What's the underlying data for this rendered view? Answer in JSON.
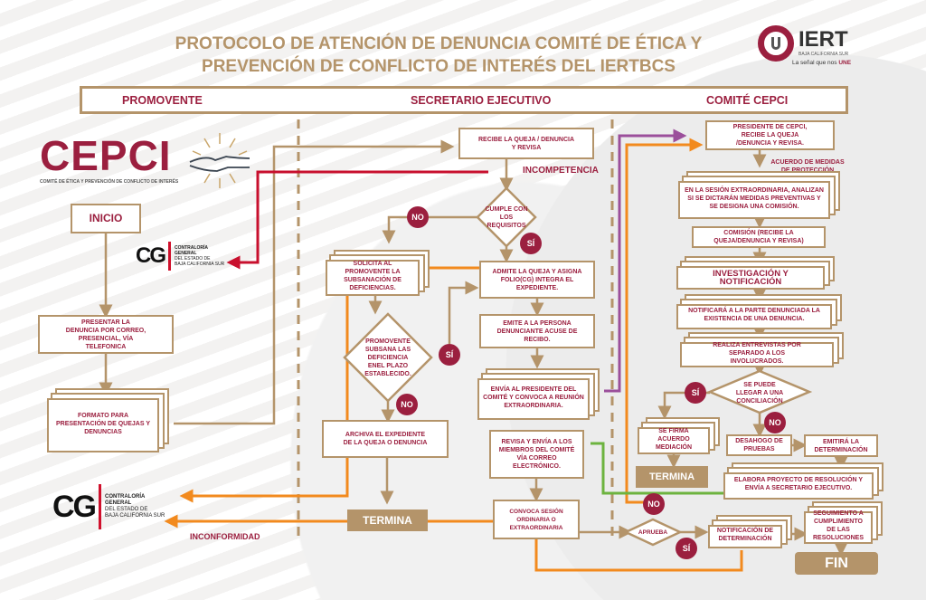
{
  "title": [
    "PROTOCOLO DE ATENCIÓN DE DENUNCIA COMITÉ DE ÉTICA Y",
    "PREVENCIÓN DE CONFLICTO DE INTERÉS DEL IERTBCS"
  ],
  "logo": {
    "name": "IERT",
    "sub": "BAJA CALIFORNIA SUR",
    "slogan_a": "La señal que nos ",
    "slogan_b": "UNE"
  },
  "lanes": [
    "PROMOVENTE",
    "SECRETARIO EJECUTIVO",
    "COMITÉ CEPCI"
  ],
  "cepci": {
    "name": "CEPCI",
    "subtitle": "COMITÉ DE ÉTICA Y PREVENCIÓN DE CONFLICTO DE INTERÉS"
  },
  "cg": {
    "mark": "CG",
    "line1": "CONTRALORÍA",
    "line2": "GENERAL",
    "line3": "DEL ESTADO DE",
    "line4": "BAJA CALIFORNIA SUR"
  },
  "promovente": {
    "inicio": "INICIO",
    "presentar": "PRESENTAR LA DENUNCIA POR CORREO, PRESENCIAL, VÍA TELEFONICA",
    "formato": "FORMATO PARA PRESENTACIÓN DE QUEJAS Y DENUNCIAS"
  },
  "secretario": {
    "recibe": "RECIBE LA QUEJA / DENUNCIA Y REVISA",
    "incompetencia": "INCOMPETENCIA",
    "cumple": "CUMPLE CON LOS REQUISITOS",
    "solicita": "SOLICITA AL PROMOVENTE LA SUBSANACIÓN DE DEFICIENCIAS.",
    "admite": "ADMITE LA QUEJA Y ASIGNA FOLIO(CG) INTEGRA EL EXPEDIENTE.",
    "subsana": "PROMOVENTE SUBSANA LAS DEFICIENCIA ENEL PLAZO ESTABLECIDO.",
    "emite": "EMITE A LA PERSONA DENUNCIANTE ACUSE DE RECIBO.",
    "envia": "ENVÍA AL PRESIDENTE DEL COMITÉ Y CONVOCA A REUNIÓN EXTRAORDINARIA.",
    "archiva": "ARCHIVA EL EXPEDIENTE DE LA QUEJA O DENUNCIA",
    "revisa": "REVISA Y ENVÍA A LOS MIEMBROS DEL COMITÉ VÍA CORREO ELECTRÓNICO.",
    "termina": "TERMINA",
    "convoca": "CONVOCA SESIÓN ORDINARIA O EXTRAORDINARIA",
    "inconformidad": "INCONFORMIDAD"
  },
  "comite": {
    "presidente": "PRESIDENTE DE CEPCI, RECIBE LA QUEJA /DENUNCIA Y REVISA.",
    "acuerdo": "ACUERDO DE MEDIDAS DE PROTECCIÓN",
    "sesion": "EN LA SESIÓN EXTRAORDINARIA, ANALIZAN SI SE DICTARÁN MEDIDAS PREVENTIVAS Y SE DESIGNA UNA COMISIÓN.",
    "comision": "COMISIÓN (RECIBE LA QUEJA/DENUNCIA Y REVISA)",
    "investigacion": "INVESTIGACIÓN Y NOTIFICACIÓN",
    "notificara": "NOTIFICARÁ A LA PARTE DENUNCIADA LA EXISTENCIA DE UNA DENUNCIA.",
    "entrevistas": "REALIZA ENTREVISTAS POR SEPARADO A LOS INVOLUCRADOS.",
    "conciliacion": "SE PUEDE LLEGAR A UNA CONCILIACIÓN",
    "mediacion": "SE FIRMA ACUERDO MEDIACIÓN",
    "termina": "TERMINA",
    "desahogo": "DESAHOGO DE PRUEBAS",
    "emitira": "EMITIRÁ LA DETERMINACIÓN",
    "elabora": "ELABORA PROYECTO DE RESOLUCIÓN Y ENVÍA A SECRETARIO EJECUTIVO.",
    "aprueba": "APRUEBA",
    "notificacion": "NOTIFICACIÓN DE DETERMINACIÓN",
    "seguimiento": "SEGUIMIENTO A CUMPLIMIENTO DE LAS RESOLUCIONES",
    "fin": "FIN"
  },
  "answers": {
    "yes": "SÍ",
    "no": "NO"
  },
  "colors": {
    "tan": "#b4946a",
    "maroon": "#9b1f3f",
    "orange": "#f28a1e",
    "purple": "#9b4f9b",
    "green": "#6db33f",
    "red": "#c8102e"
  }
}
